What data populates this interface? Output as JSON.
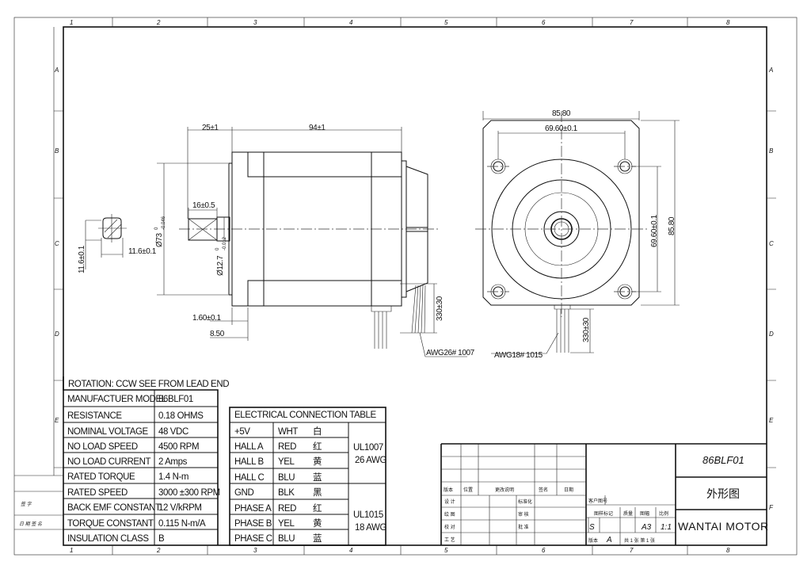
{
  "frame": {
    "columns": [
      "1",
      "2",
      "3",
      "4",
      "5",
      "6",
      "7",
      "8"
    ],
    "rows": [
      "A",
      "B",
      "C",
      "D",
      "E",
      "F"
    ],
    "side_labels": [
      "签 字",
      "日 期 签 名"
    ]
  },
  "side_view": {
    "dims": {
      "shaft_length": "25±1",
      "body_length": "94±1",
      "flat_length": "16±0.5",
      "pilot_dia": "Ø73",
      "pilot_tol_upper": "0",
      "pilot_tol_lower": "-0.046",
      "shaft_dia": "Ø12.7",
      "shaft_tol_upper": "0",
      "shaft_tol_lower": "-0.012",
      "pilot_height": "1.60±0.1",
      "flange_thick": "8.50",
      "lead_length": "330±30",
      "flat_w": "11.6±0.1",
      "flat_h": "11.6±0.1"
    },
    "wire_label": "AWG26# 1007"
  },
  "front_view": {
    "dims": {
      "width": "85.80",
      "hole_spacing": "69.60±0.1",
      "height": "85.80",
      "hole_spacing_v": "69.60±0.1",
      "lead_length": "330±30"
    },
    "wire_label": "AWG18# 1015"
  },
  "specs": {
    "title": "ROTATION: CCW SEE FROM LEAD END",
    "rows": [
      [
        "MANUFACTUER MODEL",
        "86BLF01"
      ],
      [
        "RESISTANCE",
        "0.18 OHMS"
      ],
      [
        "NOMINAL VOLTAGE",
        "48 VDC"
      ],
      [
        "NO LOAD SPEED",
        "4500 RPM"
      ],
      [
        "NO LOAD CURRENT",
        "2 Amps"
      ],
      [
        "RATED TORQUE",
        "1.4 N-m"
      ],
      [
        "RATED SPEED",
        "3000 ±300 RPM"
      ],
      [
        "BACK EMF CONSTANT",
        "12 V/kRPM"
      ],
      [
        "TORQUE CONSTANT",
        "0.115 N-m/A"
      ],
      [
        "INSULATION CLASS",
        "B"
      ]
    ]
  },
  "connection": {
    "title": "ELECTRICAL CONNECTION TABLE",
    "rows": [
      [
        "+5V",
        "WHT",
        "白"
      ],
      [
        "HALL A",
        "RED",
        "红"
      ],
      [
        "HALL B",
        "YEL",
        "黄"
      ],
      [
        "HALL C",
        "BLU",
        "蓝"
      ],
      [
        "GND",
        "BLK",
        "黑"
      ],
      [
        "PHASE A",
        "RED",
        "红"
      ],
      [
        "PHASE B",
        "YEL",
        "黄"
      ],
      [
        "PHASE C",
        "BLU",
        "蓝"
      ]
    ],
    "cable1": [
      "UL1007",
      "26 AWG"
    ],
    "cable2": [
      "UL1015",
      "18 AWG"
    ]
  },
  "title_block": {
    "model": "86BLF01",
    "drawing_name": "外形图",
    "company": "WANTAI MOTOR",
    "rev_header": [
      "版本",
      "位置",
      "更改说明",
      "签名",
      "日期"
    ],
    "sign_left": [
      "设 计",
      "绘 图",
      "校 对",
      "工 艺"
    ],
    "sign_mid": [
      "标准化",
      "审 核",
      "批 准"
    ],
    "customer_no": "客户图号",
    "mark_label": "图样标记",
    "mass_label": "质量",
    "size_label": "图幅",
    "scale_label": "比例",
    "mark": "S",
    "size": "A3",
    "scale": "1:1",
    "version_label": "版本",
    "version": "A",
    "sheets": "共 1 张 第 1 张"
  }
}
